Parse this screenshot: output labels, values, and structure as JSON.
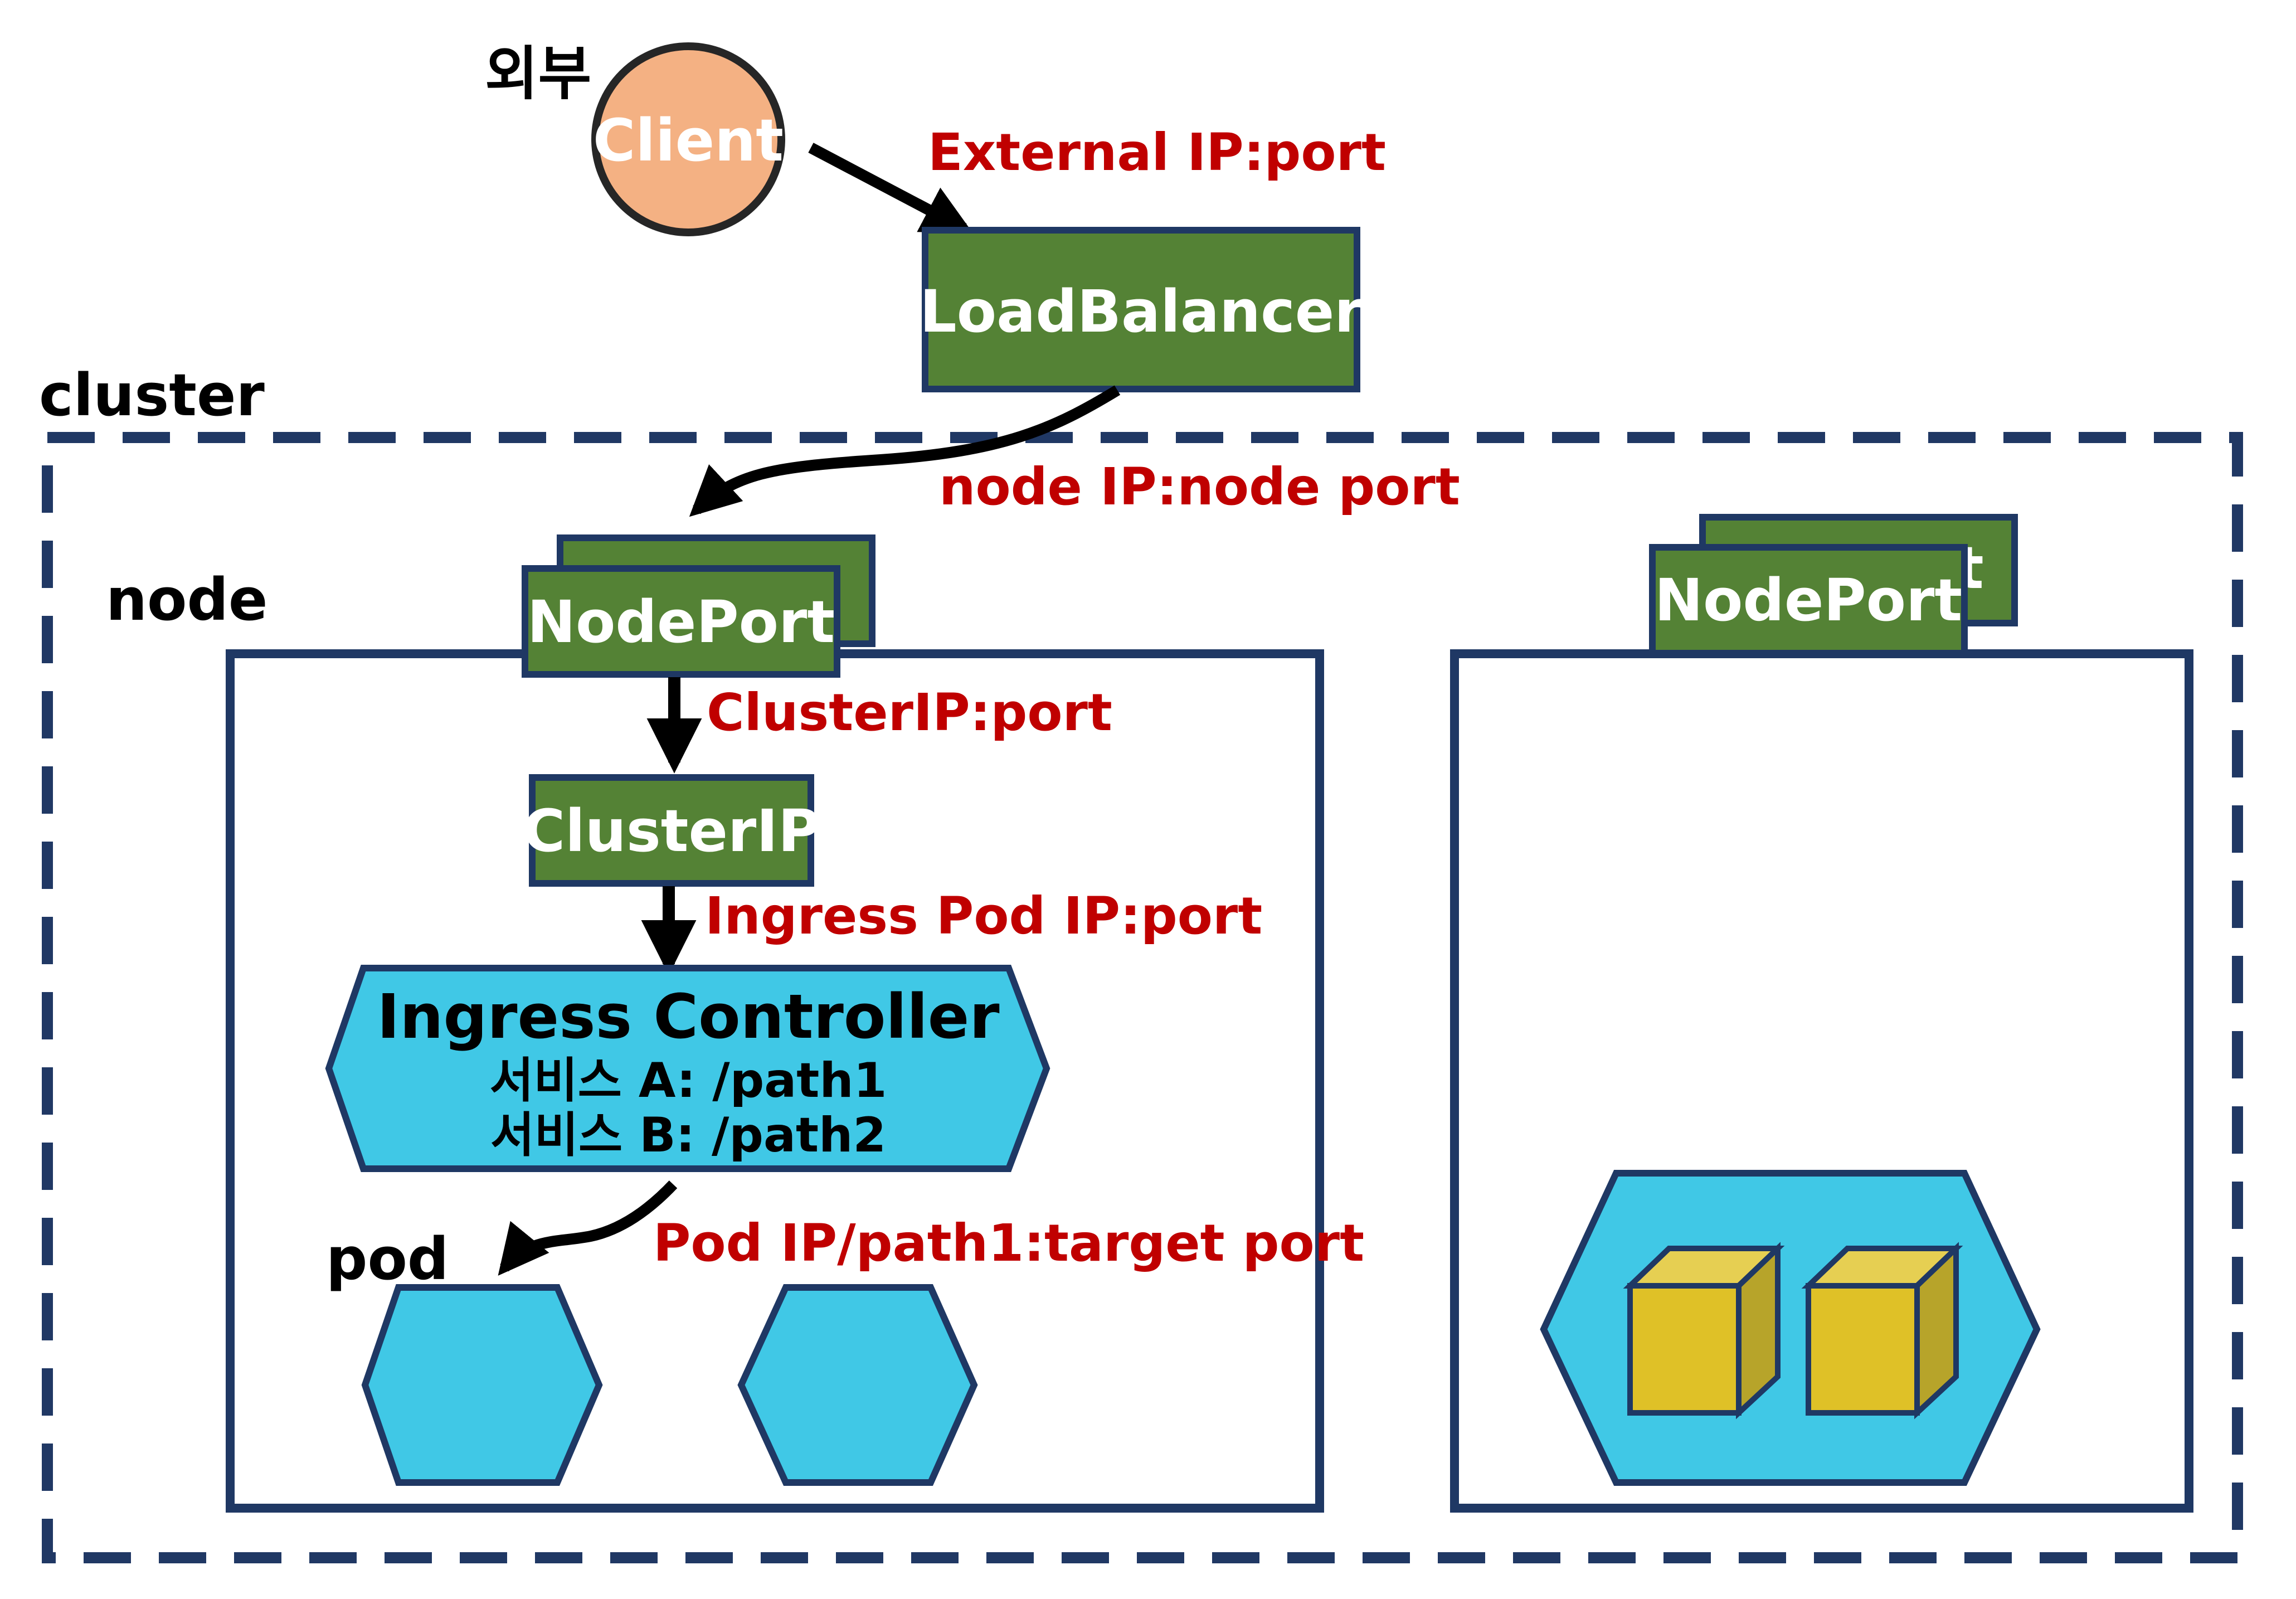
{
  "labels": {
    "external": "외부",
    "cluster": "cluster",
    "node": "node",
    "pod": "pod"
  },
  "client": {
    "label": "Client"
  },
  "load_balancer": {
    "label": "LoadBalancer"
  },
  "nodeport_left": {
    "label": "NodePort"
  },
  "nodeport_right": {
    "label": "NodePort",
    "back_fragment": "t"
  },
  "cluster_ip": {
    "label": "ClusterIP"
  },
  "ingress_controller": {
    "title": "Ingress Controller",
    "rules": [
      "서비스 A: /path1",
      "서비스 B: /path2"
    ]
  },
  "arrows": {
    "external": "External IP:port",
    "node": "node IP:node port",
    "cluster": "ClusterIP:port",
    "ingress": "Ingress Pod IP:port",
    "pod": "Pod IP/path1:target port"
  },
  "colors": {
    "green_box": "#548235",
    "green_border": "#1f3864",
    "client_fill": "#f4b183",
    "hex_fill": "#40c8e6",
    "cube_fill": "#dfc127",
    "dash_border": "#203864",
    "arrow_label": "#c00000"
  }
}
